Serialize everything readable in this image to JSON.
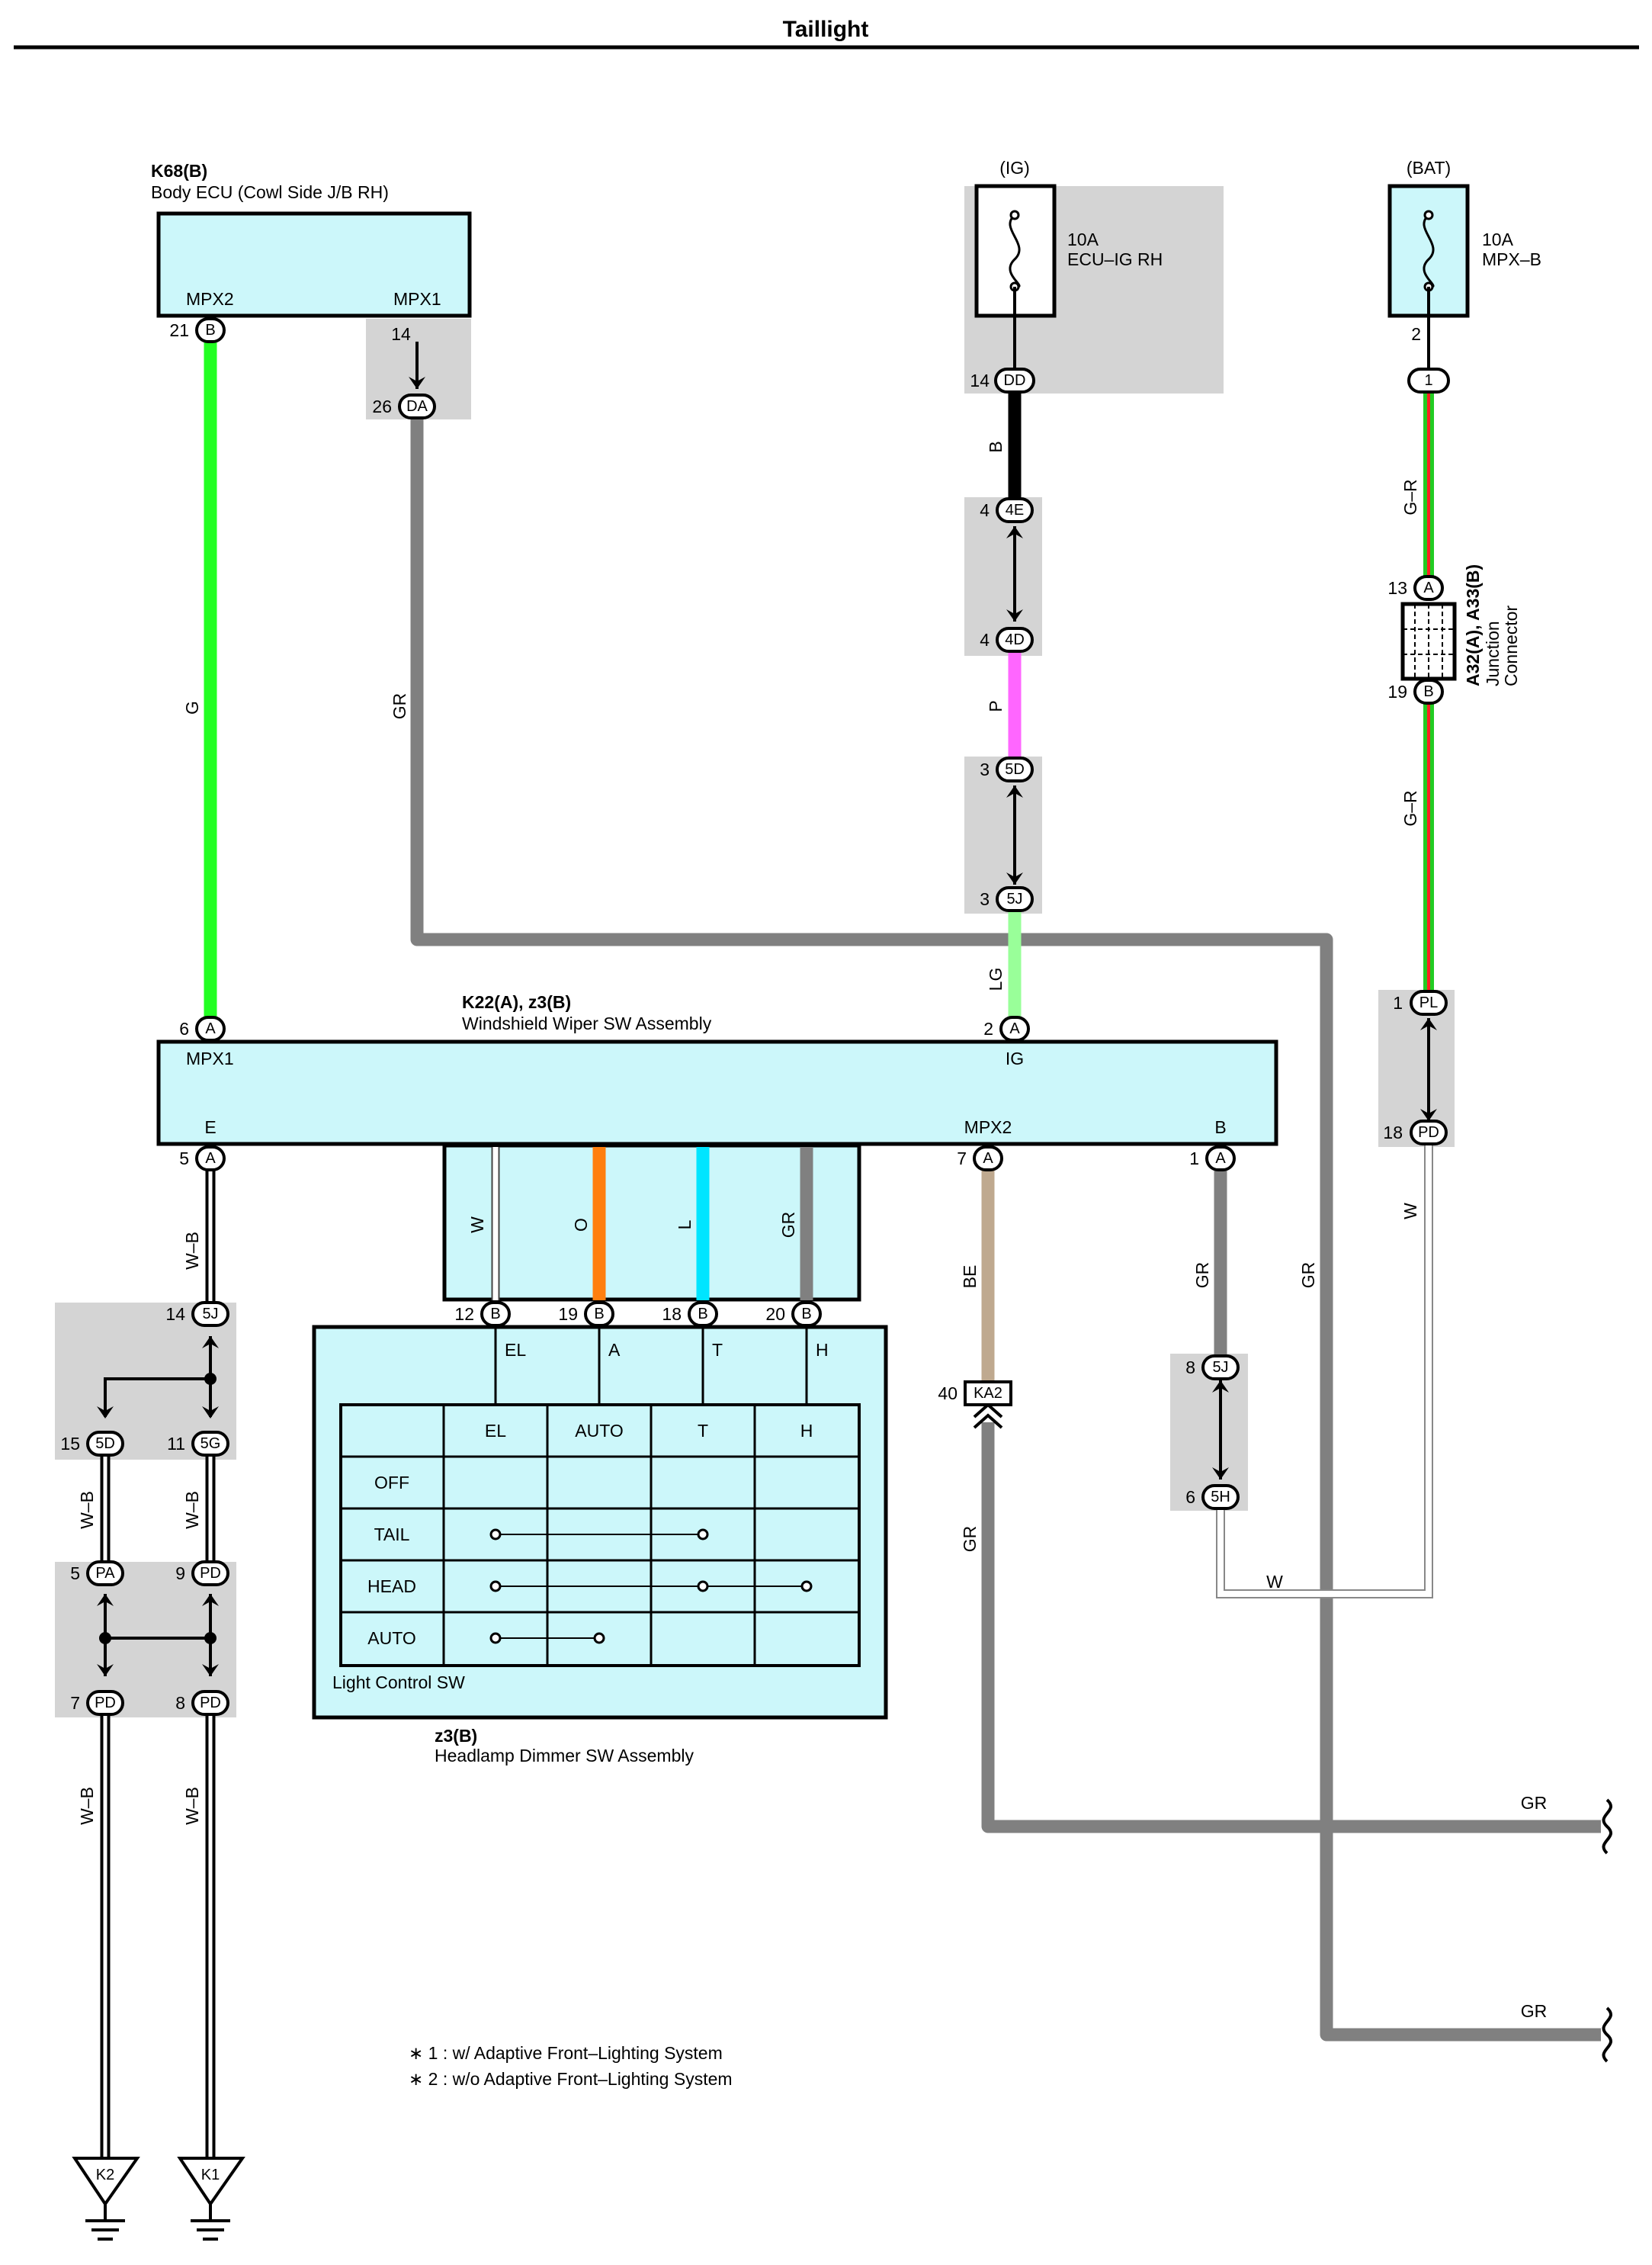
{
  "title": "Taillight",
  "colors": {
    "G": "#22ff22",
    "GR": "#808080",
    "B": "#000000",
    "P": "#ff66ff",
    "LG": "#99ff99",
    "W": "#ffffff",
    "O": "#ff7f0e",
    "L": "#00e5ff",
    "BE": "#bfa98f",
    "G-R_outer": "#22cc22",
    "G-R_inner": "#ff2222",
    "box_fill": "#ccf7fa"
  },
  "components": {
    "body_ecu": {
      "id": "K68(B)",
      "name": "Body ECU (Cowl Side J/B RH)",
      "pin1": "MPX2",
      "pin2": "MPX1"
    },
    "fuse_ig": {
      "source": "(IG)",
      "rating": "10A",
      "name": "ECU–IG RH"
    },
    "fuse_bat": {
      "source": "(BAT)",
      "rating": "10A",
      "name": "MPX–B"
    },
    "junction": {
      "id": "A32(A), A33(B)",
      "name1": "Junction",
      "name2": "Connector"
    },
    "wiper_sw": {
      "id": "K22(A), z3(B)",
      "name": "Windshield Wiper SW Assembly",
      "pin_mpx1": "MPX1",
      "pin_ig": "IG",
      "pin_e": "E",
      "pin_mpx2": "MPX2",
      "pin_b": "B"
    },
    "light_sw": {
      "label": "Light Control SW",
      "headers": [
        "EL",
        "AUTO",
        "T",
        "H"
      ],
      "rows": [
        "OFF",
        "TAIL",
        "HEAD",
        "AUTO"
      ],
      "switch_pins": [
        "EL",
        "A",
        "T",
        "H"
      ]
    },
    "dimmer_sw": {
      "id": "z3(B)",
      "name": "Headlamp Dimmer SW Assembly"
    }
  },
  "connectors": {
    "c21B": {
      "num": "21",
      "code": "B"
    },
    "c14": {
      "num": "14"
    },
    "c26DA": {
      "num": "26",
      "code": "DA"
    },
    "c14DD": {
      "num": "14",
      "code": "DD"
    },
    "c4E": {
      "num": "4",
      "code": "4E"
    },
    "c4D": {
      "num": "4",
      "code": "4D"
    },
    "c3_5D": {
      "num": "3",
      "code": "5D"
    },
    "c3_5J": {
      "num": "3",
      "code": "5J"
    },
    "c2": {
      "num": "2"
    },
    "c1": {
      "code": "1"
    },
    "c13A": {
      "num": "13",
      "code": "A"
    },
    "c19B_j": {
      "num": "19",
      "code": "B"
    },
    "c1PL": {
      "num": "1",
      "code": "PL"
    },
    "c18PD": {
      "num": "18",
      "code": "PD"
    },
    "c6A": {
      "num": "6",
      "code": "A"
    },
    "c2A": {
      "num": "2",
      "code": "A"
    },
    "c5A": {
      "num": "5",
      "code": "A"
    },
    "c7A": {
      "num": "7",
      "code": "A"
    },
    "c1A": {
      "num": "1",
      "code": "A"
    },
    "c12B": {
      "num": "12",
      "code": "B"
    },
    "c19B": {
      "num": "19",
      "code": "B"
    },
    "c18B": {
      "num": "18",
      "code": "B"
    },
    "c20B": {
      "num": "20",
      "code": "B"
    },
    "c14_5J": {
      "num": "14",
      "code": "5J"
    },
    "c15_5D": {
      "num": "15",
      "code": "5D"
    },
    "c11_5G": {
      "num": "11",
      "code": "5G"
    },
    "c5PA": {
      "num": "5",
      "code": "PA"
    },
    "c9PD": {
      "num": "9",
      "code": "PD"
    },
    "c7PD": {
      "num": "7",
      "code": "PD"
    },
    "c8PD": {
      "num": "8",
      "code": "PD"
    },
    "c40KA2": {
      "num": "40",
      "code": "KA2"
    },
    "c8_5J": {
      "num": "8",
      "code": "5J"
    },
    "c6_5H": {
      "num": "6",
      "code": "5H"
    }
  },
  "wire_labels": {
    "g": "G",
    "gr1": "GR",
    "b": "B",
    "p": "P",
    "lg": "LG",
    "gr_top": "G–R",
    "gr_bot": "G–R",
    "wb1": "W–B",
    "wb2": "W–B",
    "wb3": "W–B",
    "wb4": "W–B",
    "wb5": "W–B",
    "w_sw": "W",
    "o_sw": "O",
    "l_sw": "L",
    "gr_sw": "GR",
    "be": "BE",
    "gr_ka2": "GR",
    "gr_b": "GR",
    "gr_right": "GR",
    "w_right": "W",
    "w_bottom": "W",
    "gr_out1": "GR",
    "gr_out2": "GR"
  },
  "grounds": {
    "k2": "K2",
    "k1": "K1"
  },
  "notes": [
    "∗ 1 : w/ Adaptive Front–Lighting System",
    "∗ 2 : w/o Adaptive Front–Lighting System"
  ]
}
